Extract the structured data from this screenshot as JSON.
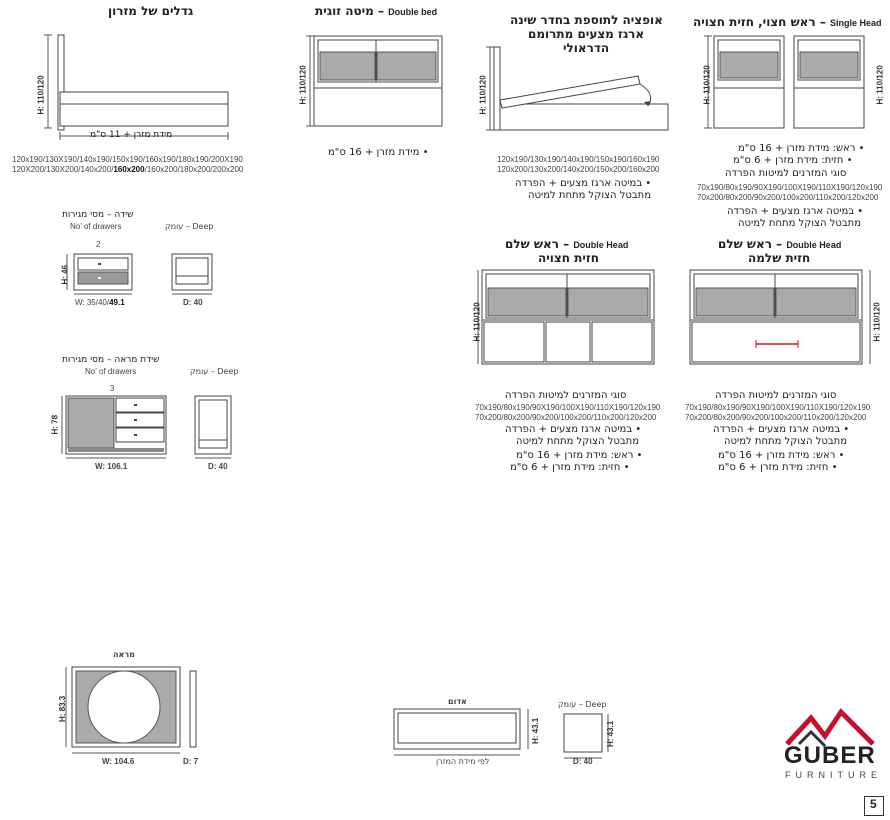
{
  "mattress_sizes": {
    "title": "גדלים של מזרון",
    "height_label": "H: 110/120",
    "dim_label": "מידת מזרן + 11 ס\"מ",
    "sizes_row1": "120x190/130X190/140x190/150x190/160x190/180x190/200X190",
    "sizes_row2_a": "120X200/130X200/140x200/",
    "sizes_row2_bold": "160x200",
    "sizes_row2_b": "/160x200/180x200/200x200"
  },
  "double_bed": {
    "title": "מיטה זוגית",
    "title_en": "Double bed",
    "height_label": "H: 110/120",
    "note": "• מידת מזרן + 16 ס\"מ"
  },
  "storage_option": {
    "title_line1": "אופציה לתוספת בחדר שינה",
    "title_line2": "ארגז מצעים מתרומם",
    "title_line3": "הדראולי",
    "height_label": "H: 110/120",
    "sizes_row1": "120x190/130x190/140x190/150x190/160x190",
    "sizes_row2": "120x200/130x200/140x200/150x200/160x200",
    "note1": "• במיטה ארגז מצעים + הפרדה",
    "note2": "מתבטל הצוקל מתחת למיטה"
  },
  "single_head": {
    "title": "ראש חצוי, חזית חצויה",
    "title_en": "Single Head",
    "height_label": "H: 110/120",
    "note1": "• ראש: מידת מזרן + 16 ס\"מ",
    "note2": "• חזית: מידת מזרן + 6 ס\"מ",
    "types_title": "סוגי המזרנים למיטות הפרדה",
    "sizes_row1": "70x190/80x190/90X190/100X190/110X190/120x190",
    "sizes_row2": "70x200/80x200/90x200/100x200/110x200/120x200",
    "note3": "• במיטה ארגז מצעים + הפרדה",
    "note4": "מתבטל הצוקל מתחת למיטה"
  },
  "double_head_split": {
    "title_he": "ראש שלם",
    "title_en": "Double Head",
    "subtitle": "חזית חצויה",
    "height_label": "H: 110/120",
    "types_title": "סוגי המזרנים למיטות הפרדה",
    "sizes_row1": "70x190/80x190/90X190/100X190/110X190/120x190",
    "sizes_row2": "70x200/80x200/90x200/100x200/110x200/120x200",
    "note1": "• במיטה ארגז מצעים + הפרדה",
    "note2": "מתבטל הצוקל מתחת למיטה",
    "note3": "• ראש: מידת מזרן + 16 ס\"מ",
    "note4": "• חזית: מידת מזרן + 6 ס\"מ"
  },
  "double_head_full": {
    "title_he": "ראש שלם",
    "title_en": "Double Head",
    "subtitle": "חזית שלמה",
    "height_label": "H: 110/120",
    "types_title": "סוגי המזרנים למיטות הפרדה",
    "sizes_row1": "70x190/80x190/90X190/100X190/110X190/120x190",
    "sizes_row2": "70x200/80x200/90x200/100x200/110x200/120x200",
    "note1": "• במיטה ארגז מצעים + הפרדה",
    "note2": "מתבטל הצוקל מתחת למיטה",
    "note3": "• ראש: מידת מזרן + 16 ס\"מ",
    "note4": "• חזית: מידת מזרן + 6 ס\"מ"
  },
  "nightstand": {
    "title": "שידה – מסי מגירות",
    "title_en": "No' of drawers",
    "drawers": "2",
    "height": "H: 46",
    "width_prefix": "W: 35/40/",
    "width_bold": "49.1",
    "deep_label": "Deep – עומק",
    "depth": "D: 40"
  },
  "dresser": {
    "title": "שידת מראה – מסי מגירות",
    "title_en": "No' of drawers",
    "drawers": "3",
    "height": "H: 78",
    "width": "W: 106.1",
    "deep_label": "Deep – עומק",
    "depth": "D: 40"
  },
  "mirror": {
    "title": "מראה",
    "height": "H: 83.3",
    "width": "W: 104.6",
    "depth": "D: 7"
  },
  "bench": {
    "title": "אדום",
    "height": "H: 43.1",
    "dim_label": "לפי מידת המזרן",
    "deep_label": "Deep – עומק",
    "depth_height": "H: 43.1",
    "depth": "D: 40"
  },
  "brand": {
    "name": "GUBER",
    "sub": "FURNITURE",
    "logo_red": "#c8102e"
  },
  "page_number": "5"
}
